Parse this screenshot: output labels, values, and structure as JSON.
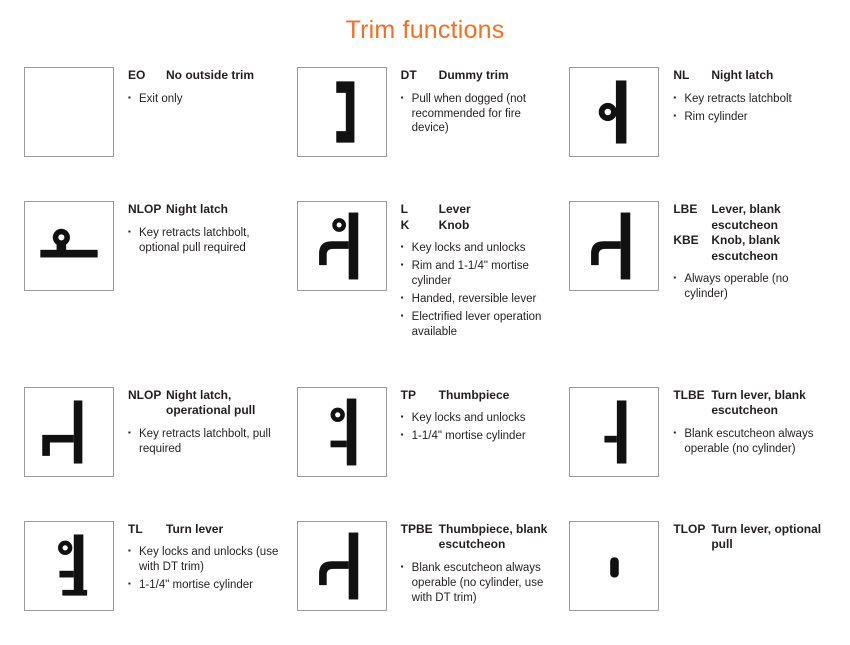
{
  "title": "Trim functions",
  "accent_color": "#f36f21",
  "items": [
    {
      "icon": "no-outside-trim-icon",
      "codes": [
        {
          "code": "EO",
          "name": "No outside trim"
        }
      ],
      "bullets": [
        "Exit only"
      ]
    },
    {
      "icon": "dummy-trim-pull-icon",
      "codes": [
        {
          "code": "DT",
          "name": "Dummy trim"
        }
      ],
      "bullets": [
        "Pull when dogged (not recommended for fire device)"
      ]
    },
    {
      "icon": "night-latch-cylinder-icon",
      "codes": [
        {
          "code": "NL",
          "name": "Night latch"
        }
      ],
      "bullets": [
        "Key retracts latchbolt",
        "Rim cylinder"
      ]
    },
    {
      "icon": "night-latch-optional-pull-icon",
      "codes": [
        {
          "code": "NLOP",
          "name": "Night latch"
        }
      ],
      "bullets": [
        "Key retracts latchbolt, optional pull required"
      ]
    },
    {
      "icon": "lever-knob-icon",
      "codes": [
        {
          "code": "L",
          "name": "Lever"
        },
        {
          "code": "K",
          "name": "Knob"
        }
      ],
      "bullets": [
        "Key locks and unlocks",
        "Rim and 1-1/4\" mortise cylinder",
        "Handed, reversible lever",
        "Electrified lever operation available"
      ]
    },
    {
      "icon": "lever-blank-escutcheon-icon",
      "codes": [
        {
          "code": "LBE",
          "name": "Lever, blank escutcheon"
        },
        {
          "code": "KBE",
          "name": "Knob, blank escutcheon"
        }
      ],
      "bullets": [
        "Always operable (no cylinder)"
      ]
    },
    {
      "icon": "night-latch-operational-pull-icon",
      "codes": [
        {
          "code": "NLOP",
          "name": "Night latch, operational pull"
        }
      ],
      "bullets": [
        "Key retracts latchbolt, pull required"
      ]
    },
    {
      "icon": "thumbpiece-icon",
      "codes": [
        {
          "code": "TP",
          "name": "Thumbpiece"
        }
      ],
      "bullets": [
        "Key locks and unlocks",
        "1-1/4\" mortise cylinder"
      ]
    },
    {
      "icon": "turn-lever-blank-escutcheon-icon",
      "codes": [
        {
          "code": "TLBE",
          "name": "Turn lever, blank escutcheon"
        }
      ],
      "bullets": [
        "Blank escutcheon always operable (no cylinder)"
      ]
    },
    {
      "icon": "turn-lever-icon",
      "codes": [
        {
          "code": "TL",
          "name": "Turn lever"
        }
      ],
      "bullets": [
        "Key locks and unlocks (use with DT trim)",
        "1-1/4\" mortise cylinder"
      ]
    },
    {
      "icon": "thumbpiece-blank-escutcheon-icon",
      "codes": [
        {
          "code": "TPBE",
          "name": "Thumbpiece, blank escutcheon"
        }
      ],
      "bullets": [
        "Blank escutcheon always operable (no cylinder, use with DT trim)"
      ]
    },
    {
      "icon": "turn-lever-optional-pull-icon",
      "codes": [
        {
          "code": "TLOP",
          "name": "Turn lever, optional pull"
        }
      ],
      "bullets": []
    }
  ]
}
